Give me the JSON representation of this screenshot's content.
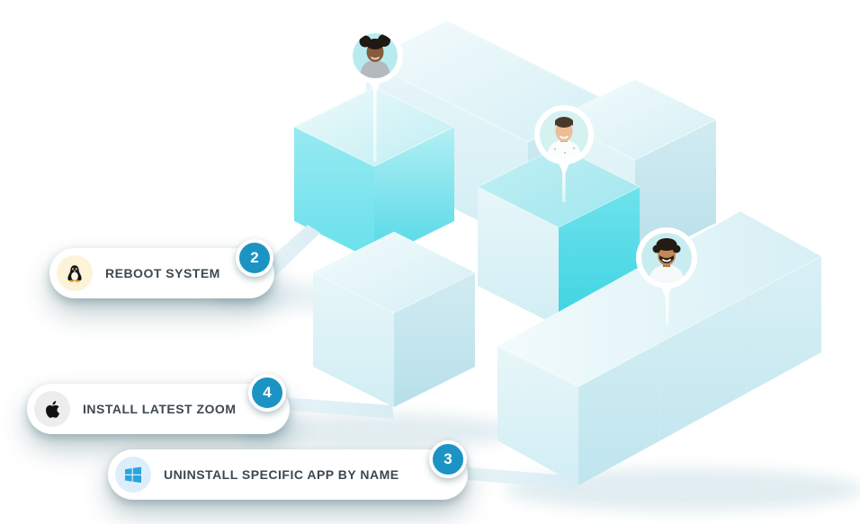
{
  "tasks": [
    {
      "number": "2",
      "label": "REBOOT SYSTEM",
      "os": "linux"
    },
    {
      "number": "4",
      "label": "INSTALL LATEST ZOOM",
      "os": "apple"
    },
    {
      "number": "3",
      "label": "UNINSTALL SPECIFIC APP BY NAME",
      "os": "windows"
    }
  ],
  "avatars": [
    {
      "id": "1",
      "depicts": "woman-with-afro-puffs"
    },
    {
      "id": "2",
      "depicts": "woman-with-tied-back-hair"
    },
    {
      "id": "3",
      "depicts": "man-with-curly-hair-and-beard"
    }
  ],
  "colors": {
    "badge_blue": "#1c94c3",
    "cube_turquoise": "#4fd8e6",
    "cube_light": "#d8f0f5",
    "pill_text": "#3d4850"
  }
}
